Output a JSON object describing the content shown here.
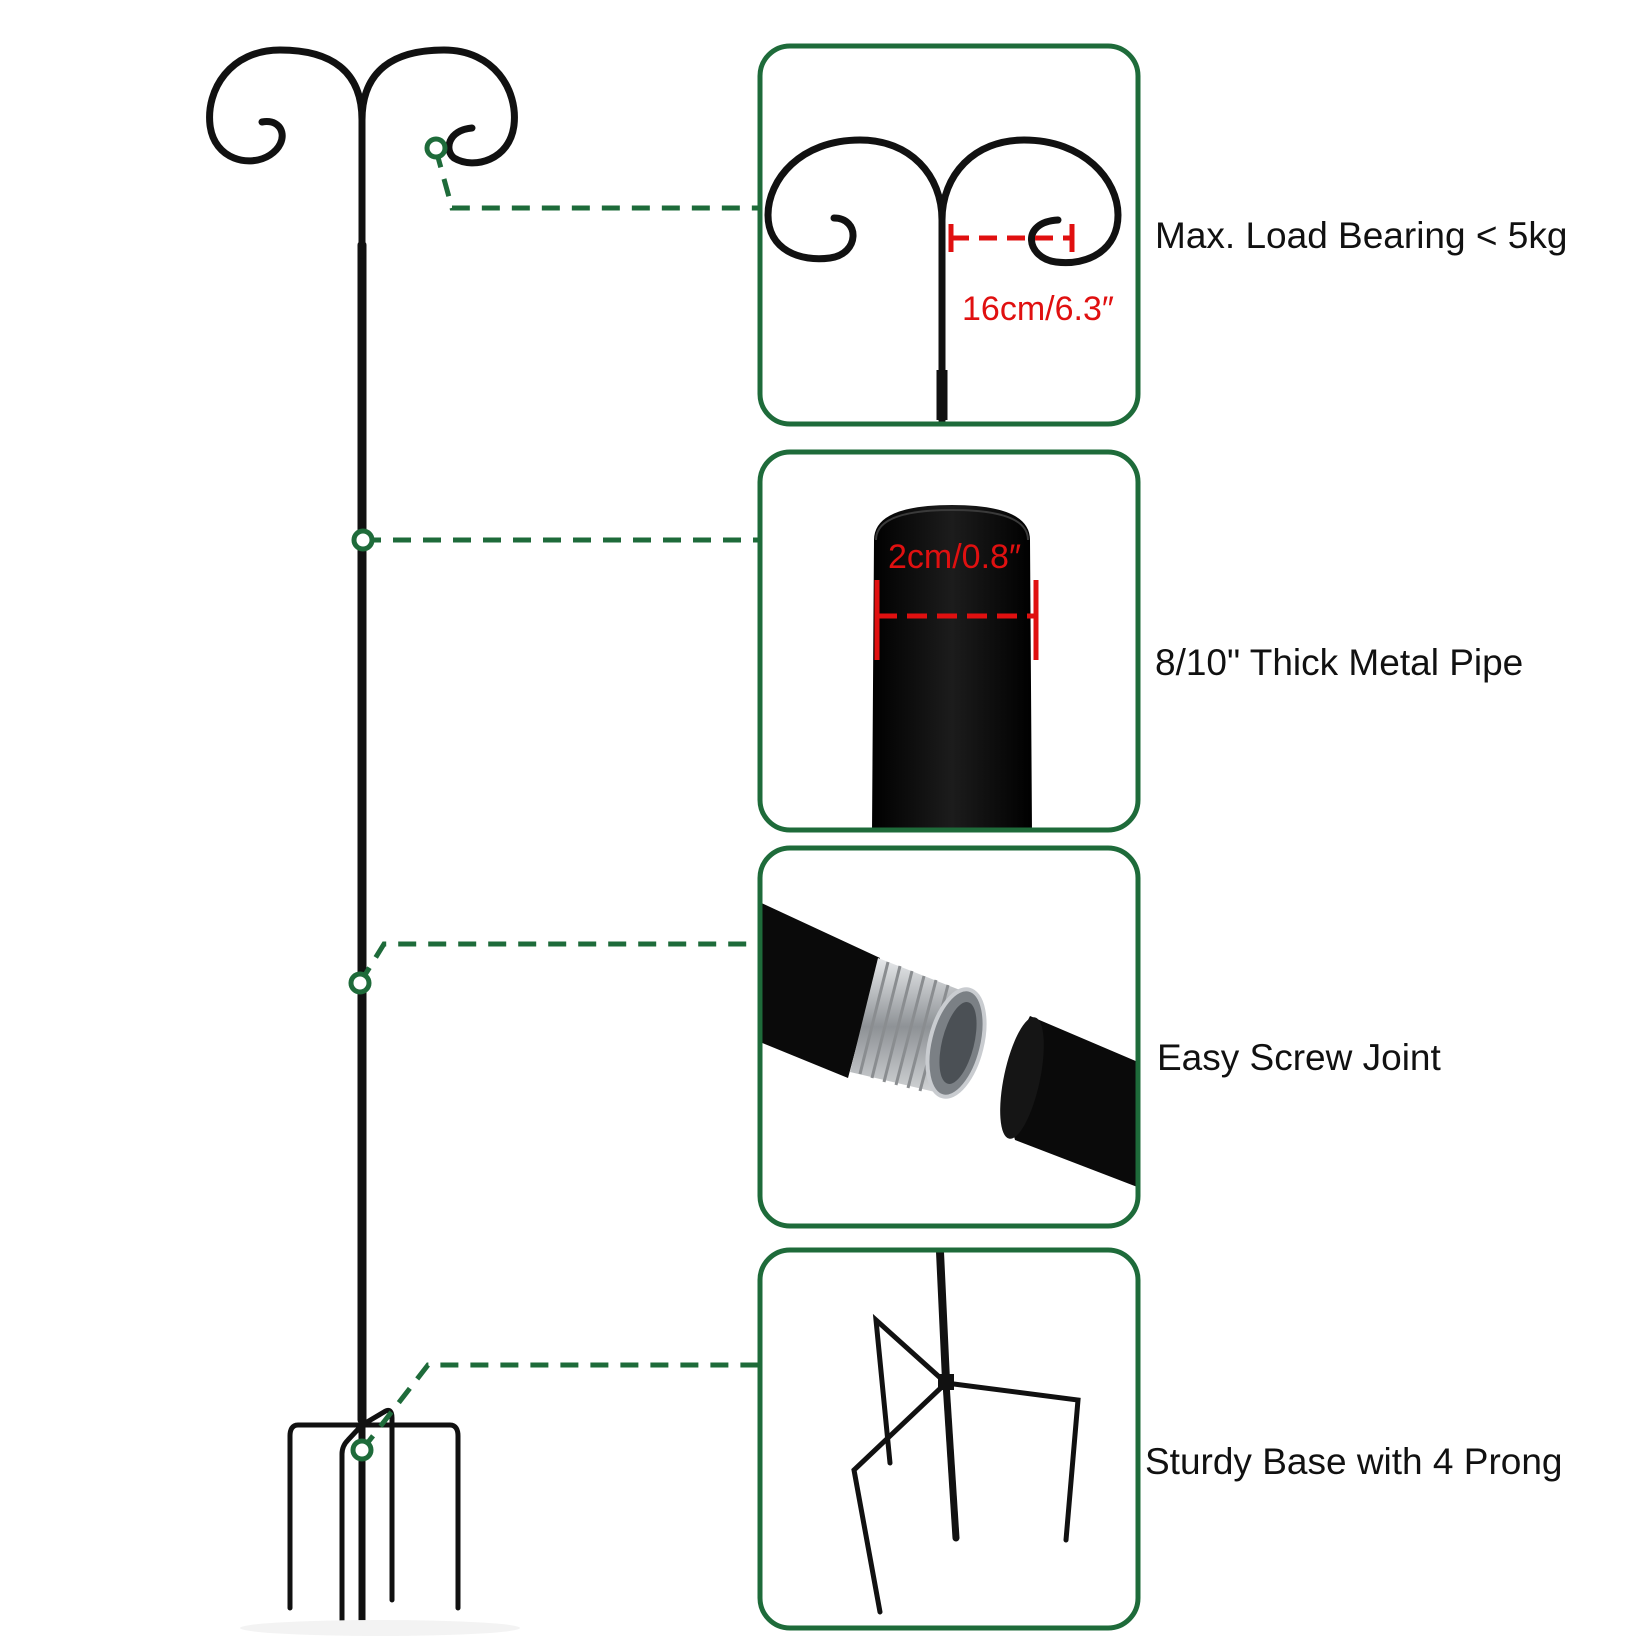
{
  "colors": {
    "accent_green": "#1e6b3a",
    "dimension_red": "#e01010",
    "pole_black": "#0c0c0c",
    "thread_silver": "#b9bcc0"
  },
  "features": [
    {
      "label": "Max. Load Bearing < 5kg",
      "dimension": "16cm/6.3″"
    },
    {
      "label": "8/10\" Thick Metal Pipe",
      "dimension": "2cm/0.8″"
    },
    {
      "label": "Easy Screw Joint"
    },
    {
      "label": "Sturdy Base with 4 Prong"
    }
  ]
}
